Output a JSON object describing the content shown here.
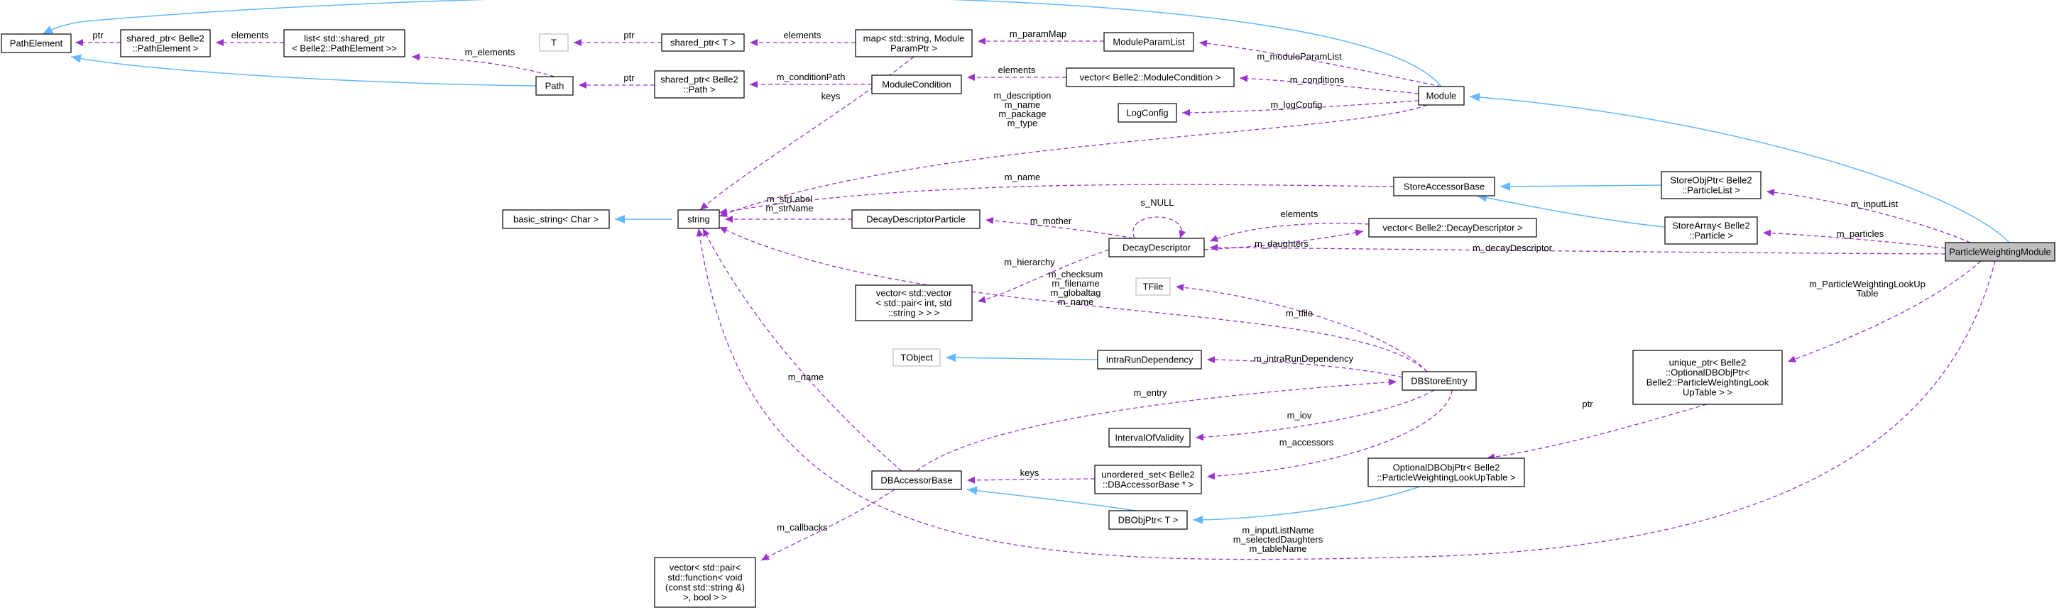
{
  "nodes": {
    "PathElement": {
      "lines": [
        "PathElement"
      ],
      "style": "normal"
    },
    "sp_PathElement": {
      "lines": [
        "shared_ptr< Belle2",
        "::PathElement >"
      ],
      "style": "normal"
    },
    "list_sp": {
      "lines": [
        "list< std::shared_ptr",
        "< Belle2::PathElement >>"
      ],
      "style": "normal"
    },
    "T": {
      "lines": [
        "T"
      ],
      "style": "ext"
    },
    "sp_T": {
      "lines": [
        "shared_ptr< T >"
      ],
      "style": "normal"
    },
    "map": {
      "lines": [
        "map< std::string, Module",
        "ParamPtr >"
      ],
      "style": "normal"
    },
    "ModuleParamList": {
      "lines": [
        "ModuleParamList"
      ],
      "style": "normal"
    },
    "Path": {
      "lines": [
        "Path"
      ],
      "style": "normal"
    },
    "sp_Path": {
      "lines": [
        "shared_ptr< Belle2",
        "::Path >"
      ],
      "style": "normal"
    },
    "ModuleCondition": {
      "lines": [
        "ModuleCondition"
      ],
      "style": "normal"
    },
    "vec_ModuleCondition": {
      "lines": [
        "vector< Belle2::ModuleCondition >"
      ],
      "style": "normal"
    },
    "Module": {
      "lines": [
        "Module"
      ],
      "style": "normal"
    },
    "LogConfig": {
      "lines": [
        "LogConfig"
      ],
      "style": "normal"
    },
    "basic_string": {
      "lines": [
        "basic_string< Char >"
      ],
      "style": "normal"
    },
    "string": {
      "lines": [
        "string"
      ],
      "style": "normal"
    },
    "StoreAccessorBase": {
      "lines": [
        "StoreAccessorBase"
      ],
      "style": "normal"
    },
    "StoreObjPtr": {
      "lines": [
        "StoreObjPtr< Belle2",
        "::ParticleList >"
      ],
      "style": "normal"
    },
    "DecayDescriptorParticle": {
      "lines": [
        "DecayDescriptorParticle"
      ],
      "style": "normal"
    },
    "DecayDescriptor": {
      "lines": [
        "DecayDescriptor"
      ],
      "style": "normal"
    },
    "vec_DecayDescriptor": {
      "lines": [
        "vector< Belle2::DecayDescriptor >"
      ],
      "style": "normal"
    },
    "StoreArray": {
      "lines": [
        "StoreArray< Belle2",
        "::Particle >"
      ],
      "style": "normal"
    },
    "PWM": {
      "lines": [
        "ParticleWeightingModule"
      ],
      "style": "focus"
    },
    "vec_pair": {
      "lines": [
        "vector< std::vector",
        "< std::pair< int, std",
        "::string > > >"
      ],
      "style": "normal"
    },
    "TFile": {
      "lines": [
        "TFile"
      ],
      "style": "ext"
    },
    "TObject": {
      "lines": [
        "TObject"
      ],
      "style": "ext"
    },
    "IntraRunDependency": {
      "lines": [
        "IntraRunDependency"
      ],
      "style": "normal"
    },
    "DBStoreEntry": {
      "lines": [
        "DBStoreEntry"
      ],
      "style": "normal"
    },
    "unique_ptr": {
      "lines": [
        "unique_ptr< Belle2",
        "::OptionalDBObjPtr<",
        "Belle2::ParticleWeightingLook",
        "UpTable > >"
      ],
      "style": "normal"
    },
    "IntervalOfValidity": {
      "lines": [
        "IntervalOfValidity"
      ],
      "style": "normal"
    },
    "OptionalDBObjPtr": {
      "lines": [
        "OptionalDBObjPtr< Belle2",
        "::ParticleWeightingLookUpTable >"
      ],
      "style": "normal"
    },
    "DBAccessorBase": {
      "lines": [
        "DBAccessorBase"
      ],
      "style": "normal"
    },
    "unordered_set": {
      "lines": [
        "unordered_set< Belle2",
        "::DBAccessorBase * >"
      ],
      "style": "normal"
    },
    "DBObjPtr": {
      "lines": [
        "DBObjPtr< T >"
      ],
      "style": "normal"
    },
    "vec_callbacks": {
      "lines": [
        "vector< std::pair<",
        "std::function< void",
        "(const std::string &)",
        ">, bool > >"
      ],
      "style": "normal"
    }
  },
  "edge_labels": {
    "sp_PathElement__PathElement": [
      "ptr"
    ],
    "list_sp__sp_PathElement": [
      "elements"
    ],
    "sp_T__T": [
      "ptr"
    ],
    "map__sp_T": [
      "elements"
    ],
    "ModuleParamList__map": [
      "m_paramMap"
    ],
    "Path__list_sp": [
      "m_elements"
    ],
    "sp_Path__Path": [
      "ptr"
    ],
    "ModuleCondition__sp_Path": [
      "m_conditionPath"
    ],
    "vec_ModuleCondition__ModuleCondition": [
      "elements"
    ],
    "Module__ModuleParamList": [
      "m_moduleParamList"
    ],
    "Module__vec_ModuleCondition": [
      "m_conditions"
    ],
    "Module__LogConfig": [
      "m_logConfig"
    ],
    "Module__string": [
      "m_description",
      "m_name",
      "m_package",
      "m_type"
    ],
    "map__string": [
      "keys"
    ],
    "StoreAccessorBase__string": [
      "m_name"
    ],
    "DecayDescriptorParticle__string": [
      "m_strLabel",
      "m_strName"
    ],
    "DecayDescriptor__DecayDescriptorParticle": [
      "m_mother"
    ],
    "DecayDescriptor__vec_pair": [
      "m_hierarchy"
    ],
    "DecayDescriptor__DecayDescriptor": [
      "s_NULL"
    ],
    "vec_DecayDescriptor__DecayDescriptor": [
      "elements"
    ],
    "DecayDescriptor__vec_DecayDescriptor": [
      "m_daughters"
    ],
    "PWM__StoreObjPtr": [
      "m_inputList"
    ],
    "PWM__StoreArray": [
      "m_particles"
    ],
    "PWM__DecayDescriptor": [
      "m_decayDescriptor"
    ],
    "PWM__unique_ptr": [
      "m_ParticleWeightingLookUp",
      "Table"
    ],
    "PWM__string": [
      "m_inputListName",
      "m_selectedDaughters",
      "m_tableName"
    ],
    "DBStoreEntry__string": [
      "m_checksum",
      "m_filename",
      "m_globaltag",
      "m_name"
    ],
    "DBStoreEntry__TFile": [
      "m_tfile"
    ],
    "DBStoreEntry__IntraRunDependency": [
      "m_intraRunDependency"
    ],
    "DBStoreEntry__IntervalOfValidity": [
      "m_iov"
    ],
    "DBStoreEntry__unordered_set": [
      "m_accessors"
    ],
    "DBAccessorBase__DBStoreEntry": [
      "m_entry"
    ],
    "DBAccessorBase__string": [
      "m_name"
    ],
    "DBAccessorBase__vec_callbacks": [
      "m_callbacks"
    ],
    "unordered_set__DBAccessorBase": [
      "keys"
    ],
    "unique_ptr__OptionalDBObjPtr": [
      "ptr"
    ]
  }
}
